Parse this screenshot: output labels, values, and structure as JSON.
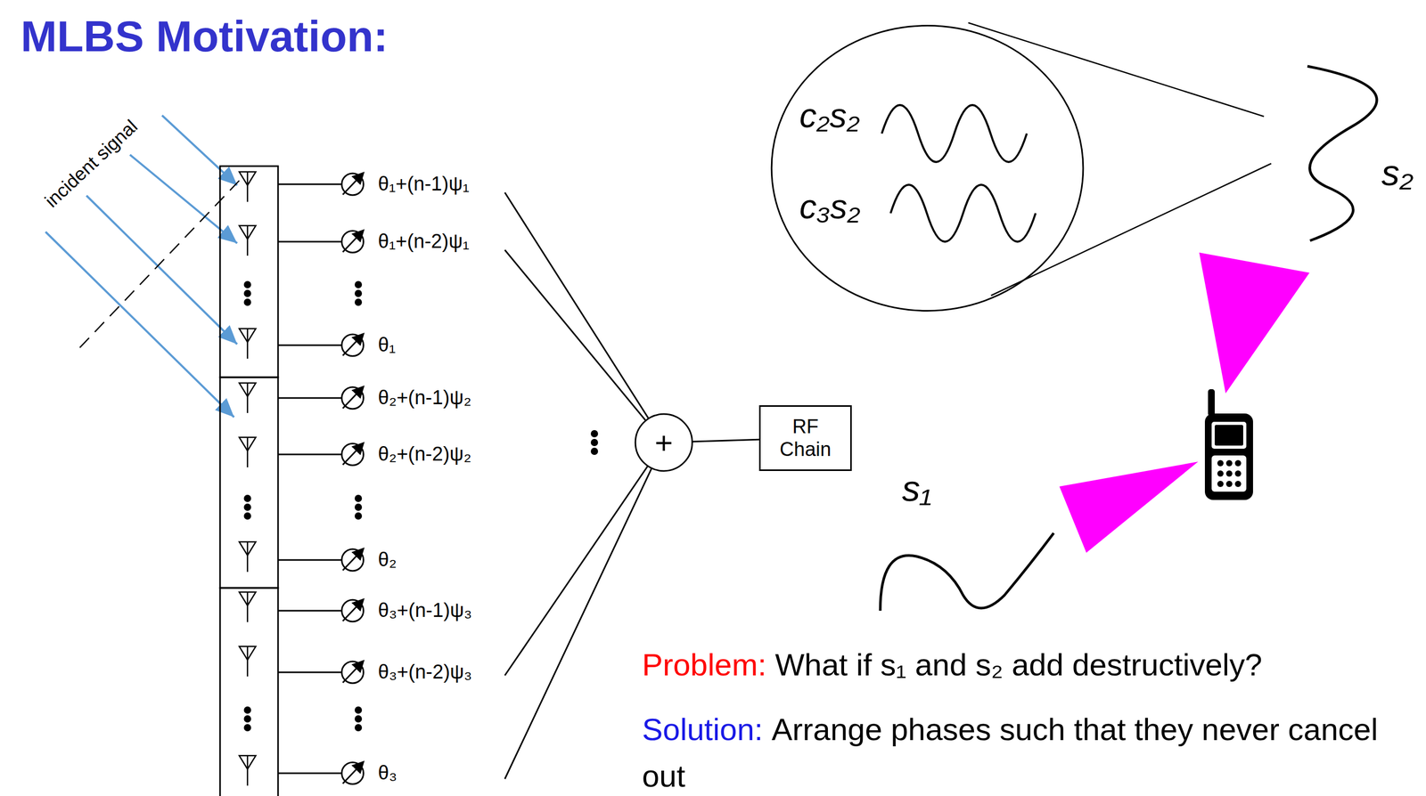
{
  "diagram": {
    "title": "MLBS Motivation:",
    "nodes": [
      {
        "text": [
          "+"
        ]
      },
      {
        "text": [
          "RF Chain"
        ]
      },
      {
        "text": [
          "c₂s₂",
          "c₃s₂"
        ]
      }
    ],
    "edges": [
      {
        "from": 0,
        "to": 1,
        "arrow": "none"
      }
    ],
    "labels": [
      "incident signal",
      "θ₁+(n-1)ψ₁",
      "θ₁+(n-2)ψ₁",
      "θ₁",
      "θ₂+(n-1)ψ₂",
      "θ₂+(n-2)ψ₂",
      "θ₂",
      "θ₃+(n-1)ψ₃",
      "θ₃+(n-2)ψ₃",
      "θ₃",
      "s₂",
      "s₁",
      "Problem:",
      "What if s₁ and s₂ add destructively?",
      "Solution:",
      "Arrange phases such that they never cancel out"
    ]
  }
}
